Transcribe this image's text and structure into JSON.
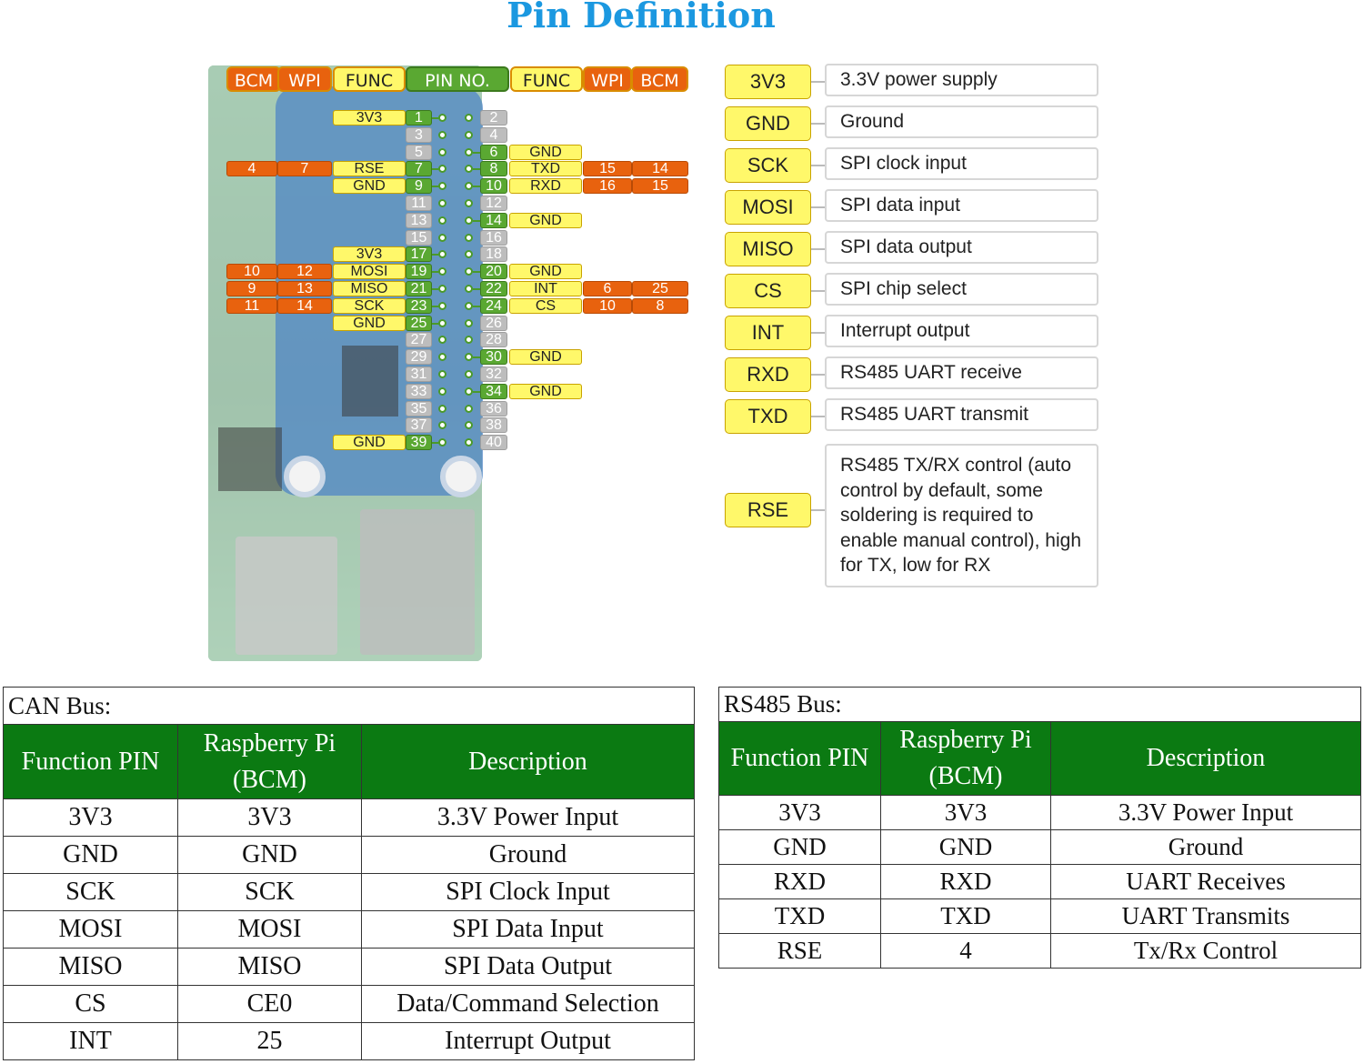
{
  "title": "Pin Definition",
  "header": {
    "left": [
      "BCM",
      "WPI",
      "FUNC",
      "PIN NO.",
      "FUNC",
      "WPI",
      "BCM"
    ]
  },
  "pins": {
    "left": [
      {
        "row": 0,
        "num": "1",
        "func": "3V3"
      },
      {
        "row": 1,
        "num": "3"
      },
      {
        "row": 2,
        "num": "5"
      },
      {
        "row": 3,
        "num": "7",
        "func": "RSE",
        "wpi": "7",
        "bcm": "4"
      },
      {
        "row": 4,
        "num": "9",
        "func": "GND"
      },
      {
        "row": 5,
        "num": "11"
      },
      {
        "row": 6,
        "num": "13"
      },
      {
        "row": 7,
        "num": "15"
      },
      {
        "row": 8,
        "num": "17",
        "func": "3V3"
      },
      {
        "row": 9,
        "num": "19",
        "func": "MOSI",
        "wpi": "12",
        "bcm": "10"
      },
      {
        "row": 10,
        "num": "21",
        "func": "MISO",
        "wpi": "13",
        "bcm": "9"
      },
      {
        "row": 11,
        "num": "23",
        "func": "SCK",
        "wpi": "14",
        "bcm": "11"
      },
      {
        "row": 12,
        "num": "25",
        "func": "GND"
      },
      {
        "row": 13,
        "num": "27"
      },
      {
        "row": 14,
        "num": "29"
      },
      {
        "row": 15,
        "num": "31"
      },
      {
        "row": 16,
        "num": "33"
      },
      {
        "row": 17,
        "num": "35"
      },
      {
        "row": 18,
        "num": "37"
      },
      {
        "row": 19,
        "num": "39",
        "func": "GND"
      }
    ],
    "right": [
      {
        "row": 0,
        "num": "2"
      },
      {
        "row": 1,
        "num": "4"
      },
      {
        "row": 2,
        "num": "6",
        "func": "GND"
      },
      {
        "row": 3,
        "num": "8",
        "func": "TXD",
        "wpi": "15",
        "bcm": "14"
      },
      {
        "row": 4,
        "num": "10",
        "func": "RXD",
        "wpi": "16",
        "bcm": "15"
      },
      {
        "row": 5,
        "num": "12"
      },
      {
        "row": 6,
        "num": "14",
        "func": "GND"
      },
      {
        "row": 7,
        "num": "16"
      },
      {
        "row": 8,
        "num": "18"
      },
      {
        "row": 9,
        "num": "20",
        "func": "GND"
      },
      {
        "row": 10,
        "num": "22",
        "func": "INT",
        "wpi": "6",
        "bcm": "25"
      },
      {
        "row": 11,
        "num": "24",
        "func": "CS",
        "wpi": "10",
        "bcm": "8"
      },
      {
        "row": 12,
        "num": "26"
      },
      {
        "row": 13,
        "num": "28"
      },
      {
        "row": 14,
        "num": "30",
        "func": "GND"
      },
      {
        "row": 15,
        "num": "32"
      },
      {
        "row": 16,
        "num": "34",
        "func": "GND"
      },
      {
        "row": 17,
        "num": "36"
      },
      {
        "row": 18,
        "num": "38"
      },
      {
        "row": 19,
        "num": "40"
      }
    ]
  },
  "legend": [
    {
      "key": "3V3",
      "desc": "3.3V power supply"
    },
    {
      "key": "GND",
      "desc": "Ground"
    },
    {
      "key": "SCK",
      "desc": "SPI clock input"
    },
    {
      "key": "MOSI",
      "desc": "SPI data input"
    },
    {
      "key": "MISO",
      "desc": "SPI data output"
    },
    {
      "key": "CS",
      "desc": "SPI chip select"
    },
    {
      "key": "INT",
      "desc": "Interrupt output"
    },
    {
      "key": "RXD",
      "desc": "RS485 UART receive"
    },
    {
      "key": "TXD",
      "desc": "RS485 UART transmit"
    },
    {
      "key": "RSE",
      "desc": "RS485 TX/RX control (auto control by default, some soldering is required to enable manual control), high for TX, low for RX"
    }
  ],
  "can_table": {
    "caption": "CAN Bus:",
    "headers": [
      "Function PIN",
      "Raspberry Pi (BCM)",
      "Description"
    ],
    "rows": [
      [
        "3V3",
        "3V3",
        "3.3V Power Input"
      ],
      [
        "GND",
        "GND",
        "Ground"
      ],
      [
        "SCK",
        "SCK",
        "SPI Clock Input"
      ],
      [
        "MOSI",
        "MOSI",
        "SPI Data Input"
      ],
      [
        "MISO",
        "MISO",
        "SPI Data Output"
      ],
      [
        "CS",
        "CE0",
        "Data/Command Selection"
      ],
      [
        "INT",
        "25",
        "Interrupt Output"
      ]
    ]
  },
  "rs485_table": {
    "caption": "RS485 Bus:",
    "headers": [
      "Function PIN",
      "Raspberry Pi (BCM)",
      "Description"
    ],
    "rows": [
      [
        "3V3",
        "3V3",
        "3.3V Power Input"
      ],
      [
        "GND",
        "GND",
        "Ground"
      ],
      [
        "RXD",
        "RXD",
        "UART Receives"
      ],
      [
        "TXD",
        "TXD",
        "UART Transmits"
      ],
      [
        "RSE",
        "4",
        "Tx/Rx Control"
      ]
    ]
  },
  "colors": {
    "title": "#1b98e0",
    "bcm_wpi": "#e8620e",
    "func": "#fff86a",
    "pin_active": "#5aa832",
    "pin_inactive": "#bdbdbd",
    "table_header": "#0b7a12"
  }
}
